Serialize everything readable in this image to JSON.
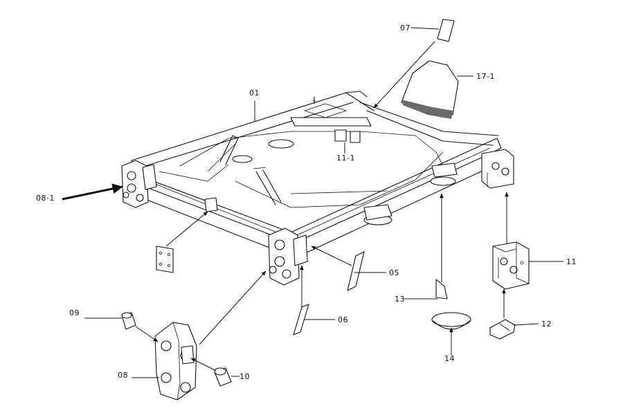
{
  "colors": {
    "ink": "#111111",
    "paper": "#ffffff"
  },
  "labels": {
    "p01": "01",
    "p05": "05",
    "p06": "06",
    "p07": "07",
    "p08": "08",
    "p08_1": "08-1",
    "p09": "09",
    "p10": "10",
    "p11": "11",
    "p11_1": "11-1",
    "p12": "12",
    "p13": "13",
    "p14": "14",
    "p17_1": "17-1"
  }
}
